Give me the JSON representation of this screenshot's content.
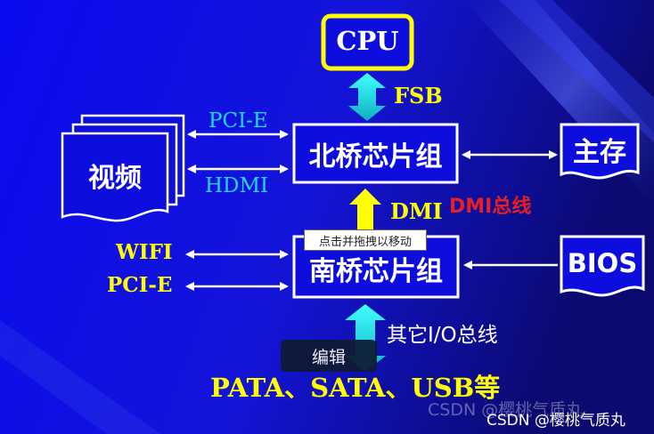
{
  "nodes": {
    "cpu": "CPU",
    "north_bridge": "北桥芯片组",
    "south_bridge": "南桥芯片组",
    "memory": "主存",
    "bios": "BIOS",
    "video": "视频"
  },
  "links": {
    "fsb": "FSB",
    "dmi": "DMI",
    "dmi_bus_annotation": "DMI总线",
    "pcie_top": "PCI-E",
    "hdmi": "HDMI",
    "wifi": "WIFI",
    "pcie_bottom": "PCI-E",
    "other_io": "其它I/O总线",
    "storage": "PATA、SATA、USB等"
  },
  "ui": {
    "tooltip": "点击并拖拽以移动",
    "edit_button": "编辑",
    "watermark_primary": "CSDN @樱桃气质丸",
    "watermark_secondary": "CSDN @樱桃气质丸"
  },
  "colors": {
    "background": "#1010e6",
    "accent_yellow": "#ffff00",
    "link_cyan": "#20e0e0",
    "annotation_red": "#e62020"
  }
}
